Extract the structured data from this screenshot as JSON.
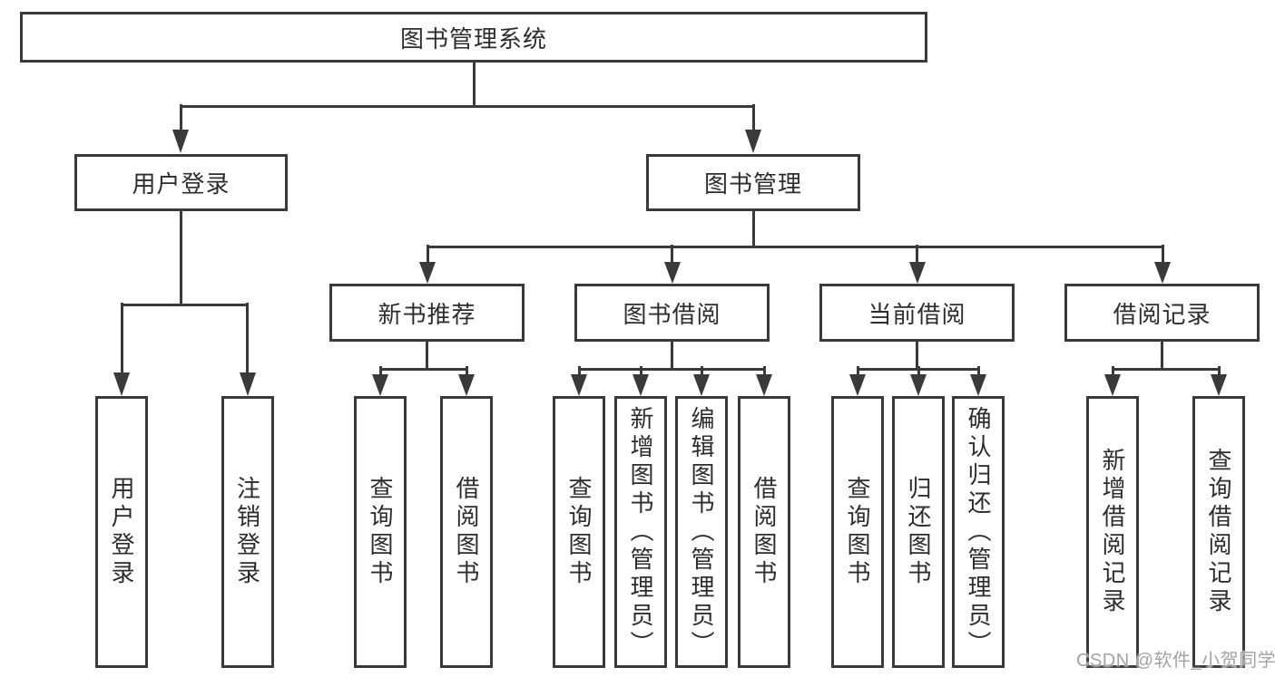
{
  "diagram": {
    "root": {
      "label": "图书管理系统"
    },
    "level2": [
      {
        "label": "用户登录"
      },
      {
        "label": "图书管理"
      }
    ],
    "level3": [
      {
        "label": "新书推荐"
      },
      {
        "label": "图书借阅"
      },
      {
        "label": "当前借阅"
      },
      {
        "label": "借阅记录"
      }
    ],
    "leaves": {
      "user_login": [
        "用户登录",
        "注销登录"
      ],
      "new_book": [
        "查询图书",
        "借阅图书"
      ],
      "book_borrow": [
        "查询图书",
        "新增图书（管理员）",
        "编辑图书（管理员）",
        "借阅图书"
      ],
      "current_borrow": [
        "查询图书",
        "归还图书",
        "确认归还（管理员）"
      ],
      "borrow_record": [
        "新增借阅记录",
        "查询借阅记录"
      ]
    }
  },
  "watermark": {
    "text": "CSDN @软件_小贺同学"
  },
  "colors": {
    "line": "#3a3a3a",
    "text": "#2d2d2d",
    "background": "#ffffff",
    "watermark": "#a3a3a3"
  }
}
